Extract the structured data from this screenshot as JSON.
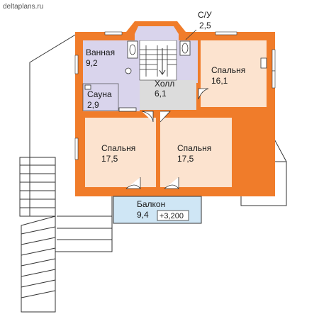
{
  "site": "deltaplans.ru",
  "colors": {
    "wall": "#f07c2a",
    "bedroom": "#fce3cf",
    "wet": "#d9d4ec",
    "hall": "#dcdcdc",
    "balcony": "#cfe6f5",
    "roof": "#ffffff",
    "line": "#333333"
  },
  "rooms": {
    "bathroom": {
      "name": "Ванная",
      "area": "9,2"
    },
    "sauna": {
      "name": "Сауна",
      "area": "2,9"
    },
    "wc": {
      "name": "С/У",
      "area": "2,5"
    },
    "hall": {
      "name": "Холл",
      "area": "6,1"
    },
    "bedroom_ne": {
      "name": "Спальня",
      "area": "16,1"
    },
    "bedroom_sw": {
      "name": "Спальня",
      "area": "17,5"
    },
    "bedroom_se": {
      "name": "Спальня",
      "area": "17,5"
    },
    "balcony": {
      "name": "Балкон",
      "area": "9,4",
      "elevation": "+3,200"
    }
  }
}
